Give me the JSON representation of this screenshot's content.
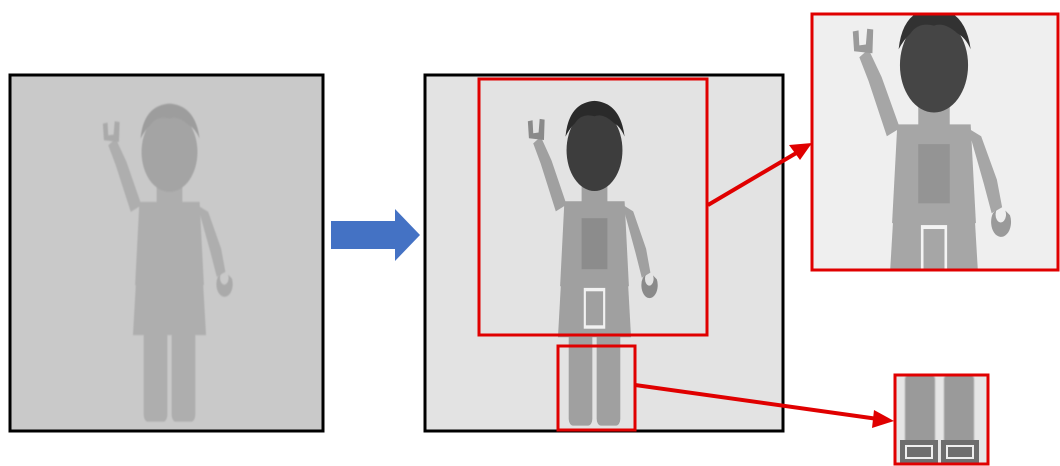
{
  "colors": {
    "background": "#ffffff",
    "panel_frame": "#000000",
    "zoom_box": "#e00000",
    "process_arrow": "#4472c4",
    "raw_panel_bg": "#c8c8c8",
    "raw_figure": "#a8a8a8",
    "enhanced_panel_bg": "#e2e2e2",
    "enhanced_figure_light": "#9c9c9c",
    "enhanced_figure_dark": "#3a3a3a"
  },
  "panels": [
    {
      "id": "raw",
      "name": "raw-xray-image",
      "kind": "low-contrast"
    },
    {
      "id": "enhanced",
      "name": "enhanced-xray-image",
      "kind": "high-contrast"
    },
    {
      "id": "zoom-upper",
      "name": "zoomed-upper-body",
      "kind": "detail"
    },
    {
      "id": "zoom-legs",
      "name": "zoomed-legs",
      "kind": "detail"
    }
  ],
  "icons": {
    "process_arrow": "right-arrow-icon",
    "zoom_arrow": "zoom-link-arrow-icon"
  }
}
